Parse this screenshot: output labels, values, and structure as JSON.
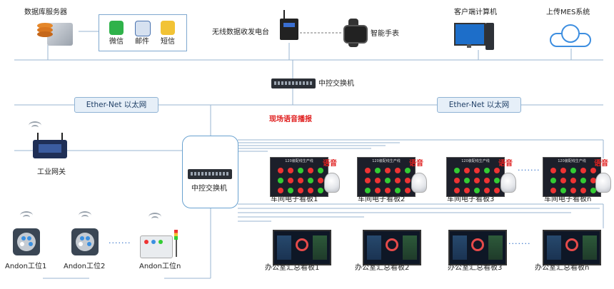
{
  "top": {
    "db_server": "数据库服务器",
    "wechat": "微信",
    "mail": "邮件",
    "sms": "短信",
    "wireless_station": "无线数据收发电台",
    "smart_watch": "智能手表",
    "client_pc": "客户端计算机",
    "mes": "上传MES系统"
  },
  "network": {
    "core_switch": "中控交换机",
    "ether_left": "Ether-Net 以太网",
    "ether_right": "Ether-Net 以太网",
    "voice_broadcast": "现场语音播报",
    "gateway": "工业网关",
    "central_switch": "中控交换机"
  },
  "workshop_boards": [
    {
      "label": "车间电子看板1",
      "voice": "语音",
      "header": "120装配线生产线"
    },
    {
      "label": "车间电子看板2",
      "voice": "语音",
      "header": "120装配线生产线"
    },
    {
      "label": "车间电子看板3",
      "voice": "语音",
      "header": "120装配线生产线"
    },
    {
      "label": "车间电子看板n",
      "voice": "语音",
      "header": "120装配线生产线"
    }
  ],
  "office_boards": [
    {
      "label": "办公室汇总看板1"
    },
    {
      "label": "办公室汇总看板2"
    },
    {
      "label": "办公室汇总看板3"
    },
    {
      "label": "办公室汇总看板n"
    }
  ],
  "andon": {
    "station1": "Andon工位1",
    "station2": "Andon工位2",
    "stationn": "Andon工位n"
  },
  "colors": {
    "line": "#9ab6d2",
    "voice": "#e02020",
    "dots": "#2a6bc7"
  }
}
